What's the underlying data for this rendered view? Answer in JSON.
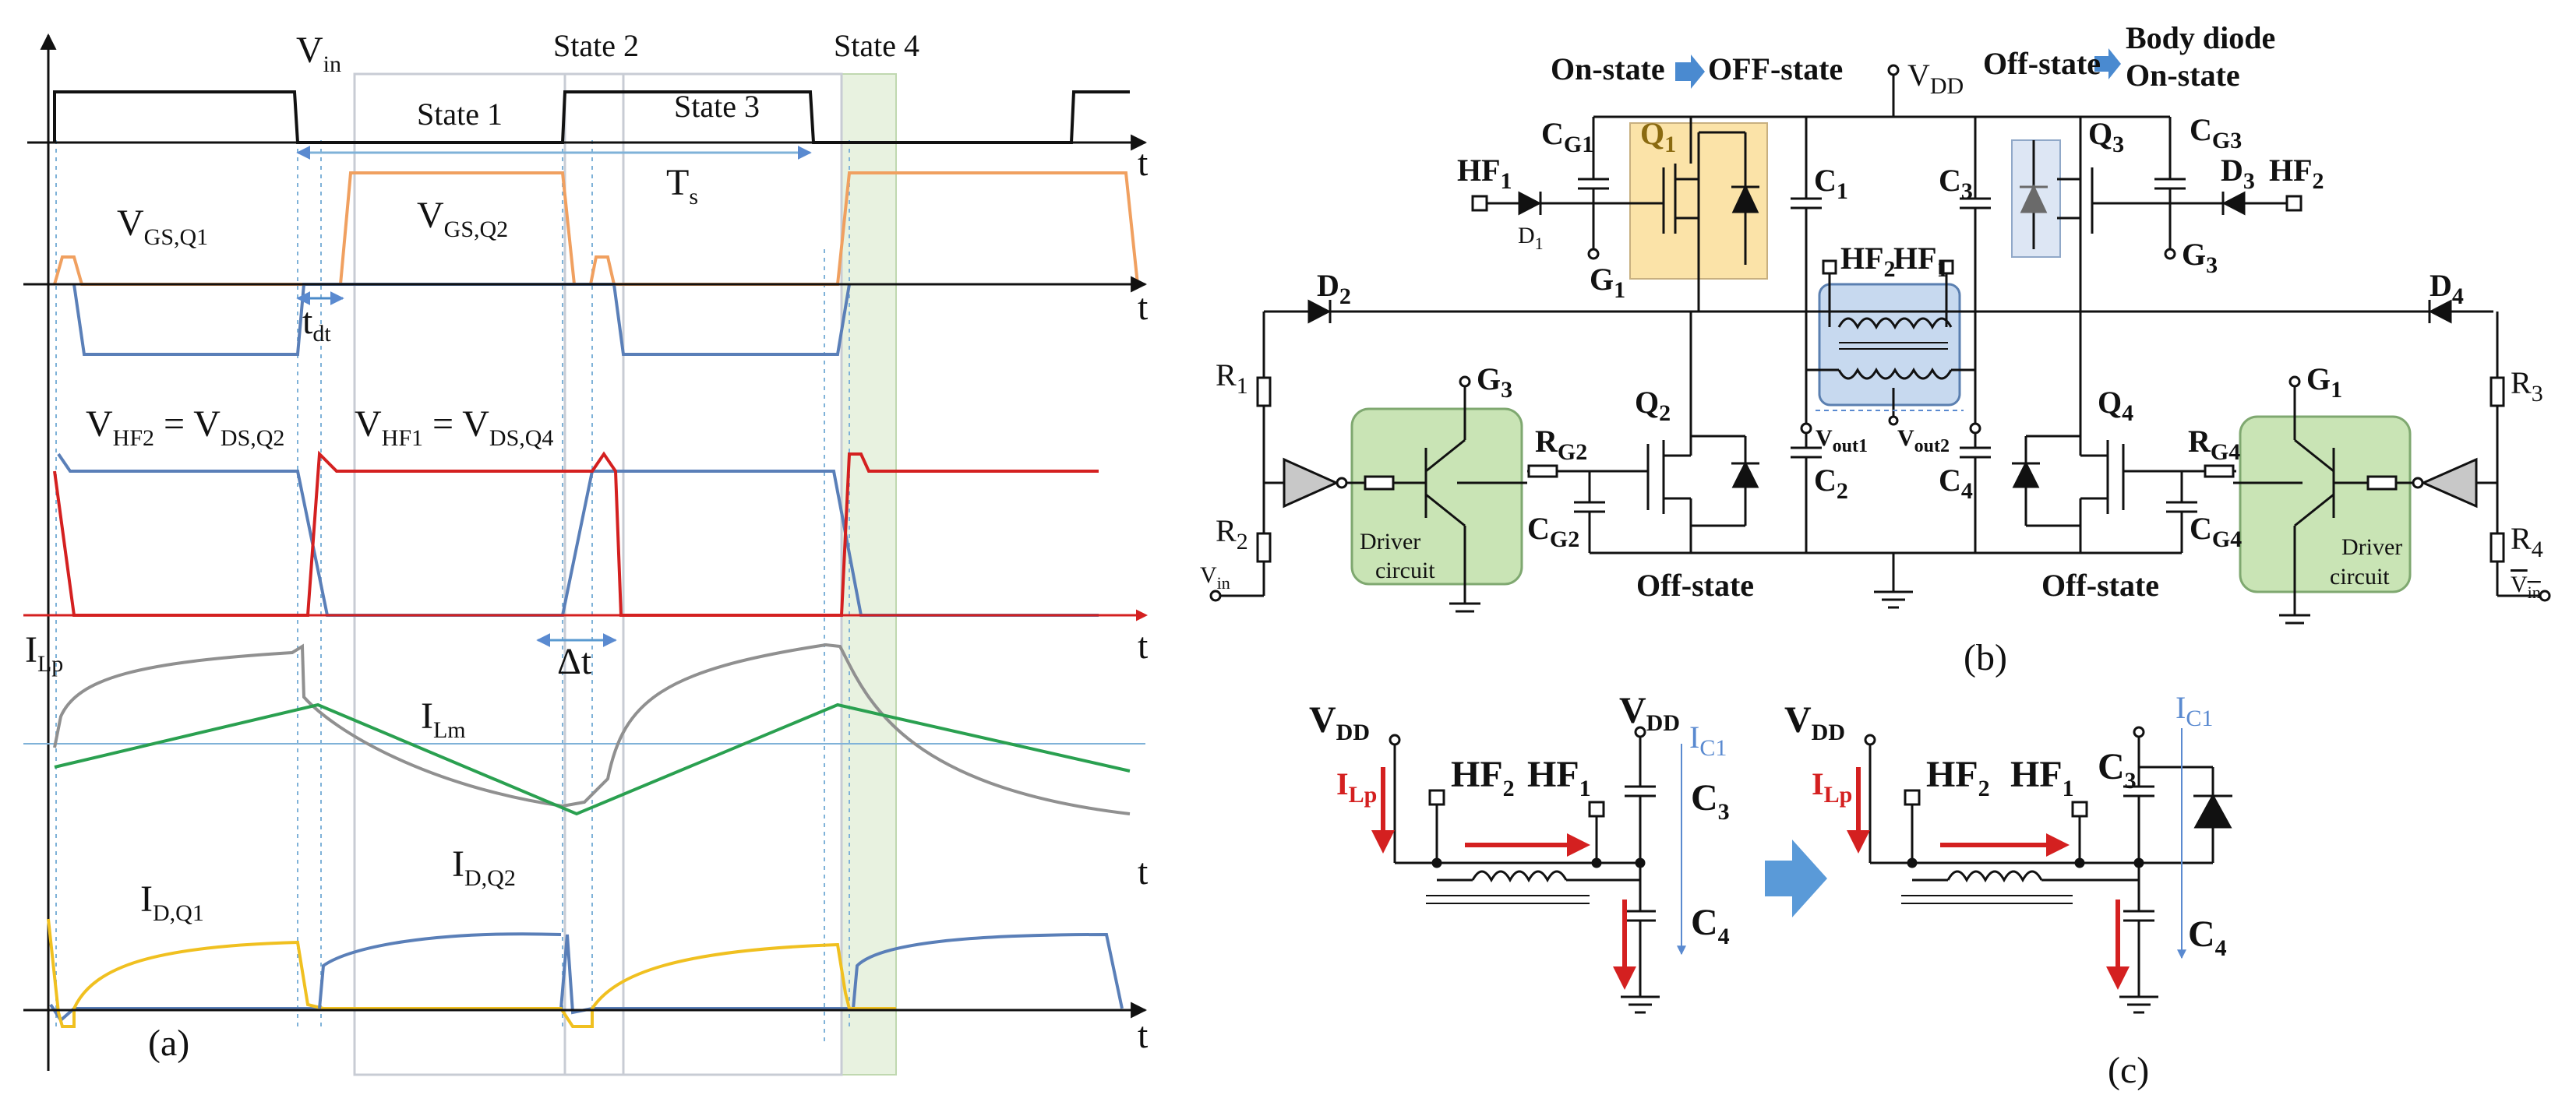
{
  "panel_a": {
    "caption": "(a)",
    "axis_t": "t",
    "vin": "V",
    "vin_sub": "in",
    "states": {
      "s1": "State 1",
      "s2": "State 2",
      "s3": "State 3",
      "s4": "State 4"
    },
    "ts": "T",
    "ts_sub": "s",
    "vgs1": "V",
    "vgs1_sub": "GS,Q1",
    "vgs2": "V",
    "vgs2_sub": "GS,Q2",
    "tdt": "t",
    "tdt_sub": "dt",
    "vhf2": "V",
    "vhf2_sub": "HF2",
    "vhf2_eq": " = V",
    "vhf2_rhs_sub": "DS,Q2",
    "vhf1": "V",
    "vhf1_sub": "HF1",
    "vhf1_eq": " = V",
    "vhf1_rhs_sub": "DS,Q4",
    "dt": "Δt",
    "ilp": "I",
    "ilp_sub": "Lp",
    "ilm": "I",
    "ilm_sub": "Lm",
    "idq1": "I",
    "idq1_sub": "D,Q1",
    "idq2": "I",
    "idq2_sub": "D,Q2",
    "colors": {
      "orange": "#f0a060",
      "purple": "#9060c0",
      "blue": "#4a7ab0",
      "red": "#d42020",
      "green": "#2aa050",
      "gray": "#808080",
      "yellow": "#f0c020"
    }
  },
  "panel_b": {
    "caption": "(b)",
    "on_off": "On-state",
    "on_off_to": "OFF-state",
    "off_on": "Off-state",
    "off_on_to_1": "Body diode",
    "off_on_to_2": "On-state",
    "vdd": "V",
    "vdd_sub": "DD",
    "hf1": "HF",
    "hf1_sub": "1",
    "hf2": "HF",
    "hf2_sub": "2",
    "q1": "Q",
    "q1_sub": "1",
    "q2": "Q",
    "q2_sub": "2",
    "q3": "Q",
    "q3_sub": "3",
    "q4": "Q",
    "q4_sub": "4",
    "cg1": "C",
    "cg1_sub": "G1",
    "cg2": "C",
    "cg2_sub": "G2",
    "cg3": "C",
    "cg3_sub": "G3",
    "cg4": "C",
    "cg4_sub": "G4",
    "c1": "C",
    "c1_sub": "1",
    "c2": "C",
    "c2_sub": "2",
    "c3": "C",
    "c3_sub": "3",
    "c4": "C",
    "c4_sub": "4",
    "d1": "D",
    "d1_sub": "1",
    "d2": "D",
    "d2_sub": "2",
    "d3": "D",
    "d3_sub": "3",
    "d4": "D",
    "d4_sub": "4",
    "g1": "G",
    "g1_sub": "1",
    "g3": "G",
    "g3_sub": "3",
    "r1": "R",
    "r1_sub": "1",
    "r2": "R",
    "r2_sub": "2",
    "r3": "R",
    "r3_sub": "3",
    "r4": "R",
    "r4_sub": "4",
    "rg2": "R",
    "rg2_sub": "G2",
    "rg4": "R",
    "rg4_sub": "G4",
    "vout1": "V",
    "vout1_sub": "out1",
    "vout2": "V",
    "vout2_sub": "out2",
    "vin": "V",
    "vin_sub": "in",
    "driver_1": "Driver",
    "driver_2": "circuit",
    "off_state": "Off-state",
    "colors": {
      "q1_box": "#fbe3a8",
      "q3_box": "#dde6f4",
      "transformer": "#c7d9ef",
      "driver": "#c9e4b5"
    }
  },
  "panel_c": {
    "caption": "(c)",
    "vdd": "V",
    "vdd_sub": "DD",
    "ilp": "I",
    "ilp_sub": "Lp",
    "hf2": "HF",
    "hf2_sub": "2",
    "hf1": "HF",
    "hf1_sub": "1",
    "ic1": "I",
    "ic1_sub": "C1",
    "c3": "C",
    "c3_sub": "3",
    "c4": "C",
    "c4_sub": "4",
    "colors": {
      "red": "#d42020",
      "blue": "#5a8ad0"
    }
  }
}
